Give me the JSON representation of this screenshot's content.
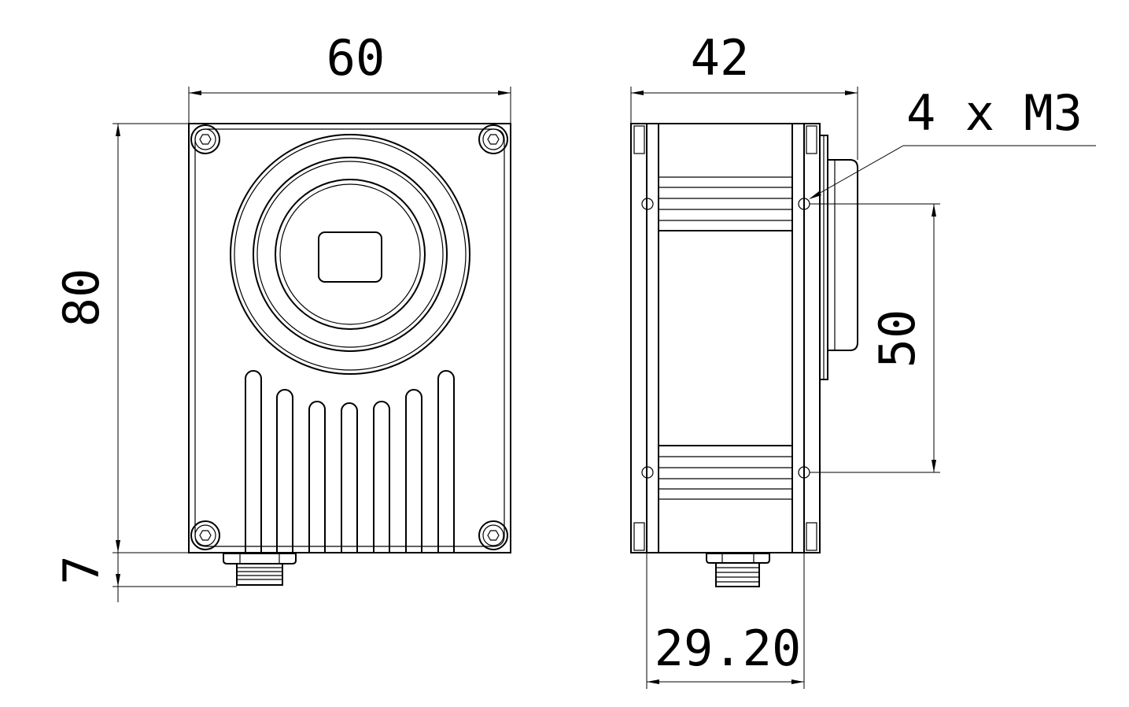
{
  "dimensions": {
    "front_width": "60",
    "front_height": "80",
    "connector_length": "7",
    "side_depth": "42",
    "mount_spacing": "50",
    "connector_offset": "29.20",
    "mount_holes": "4 x M3"
  }
}
